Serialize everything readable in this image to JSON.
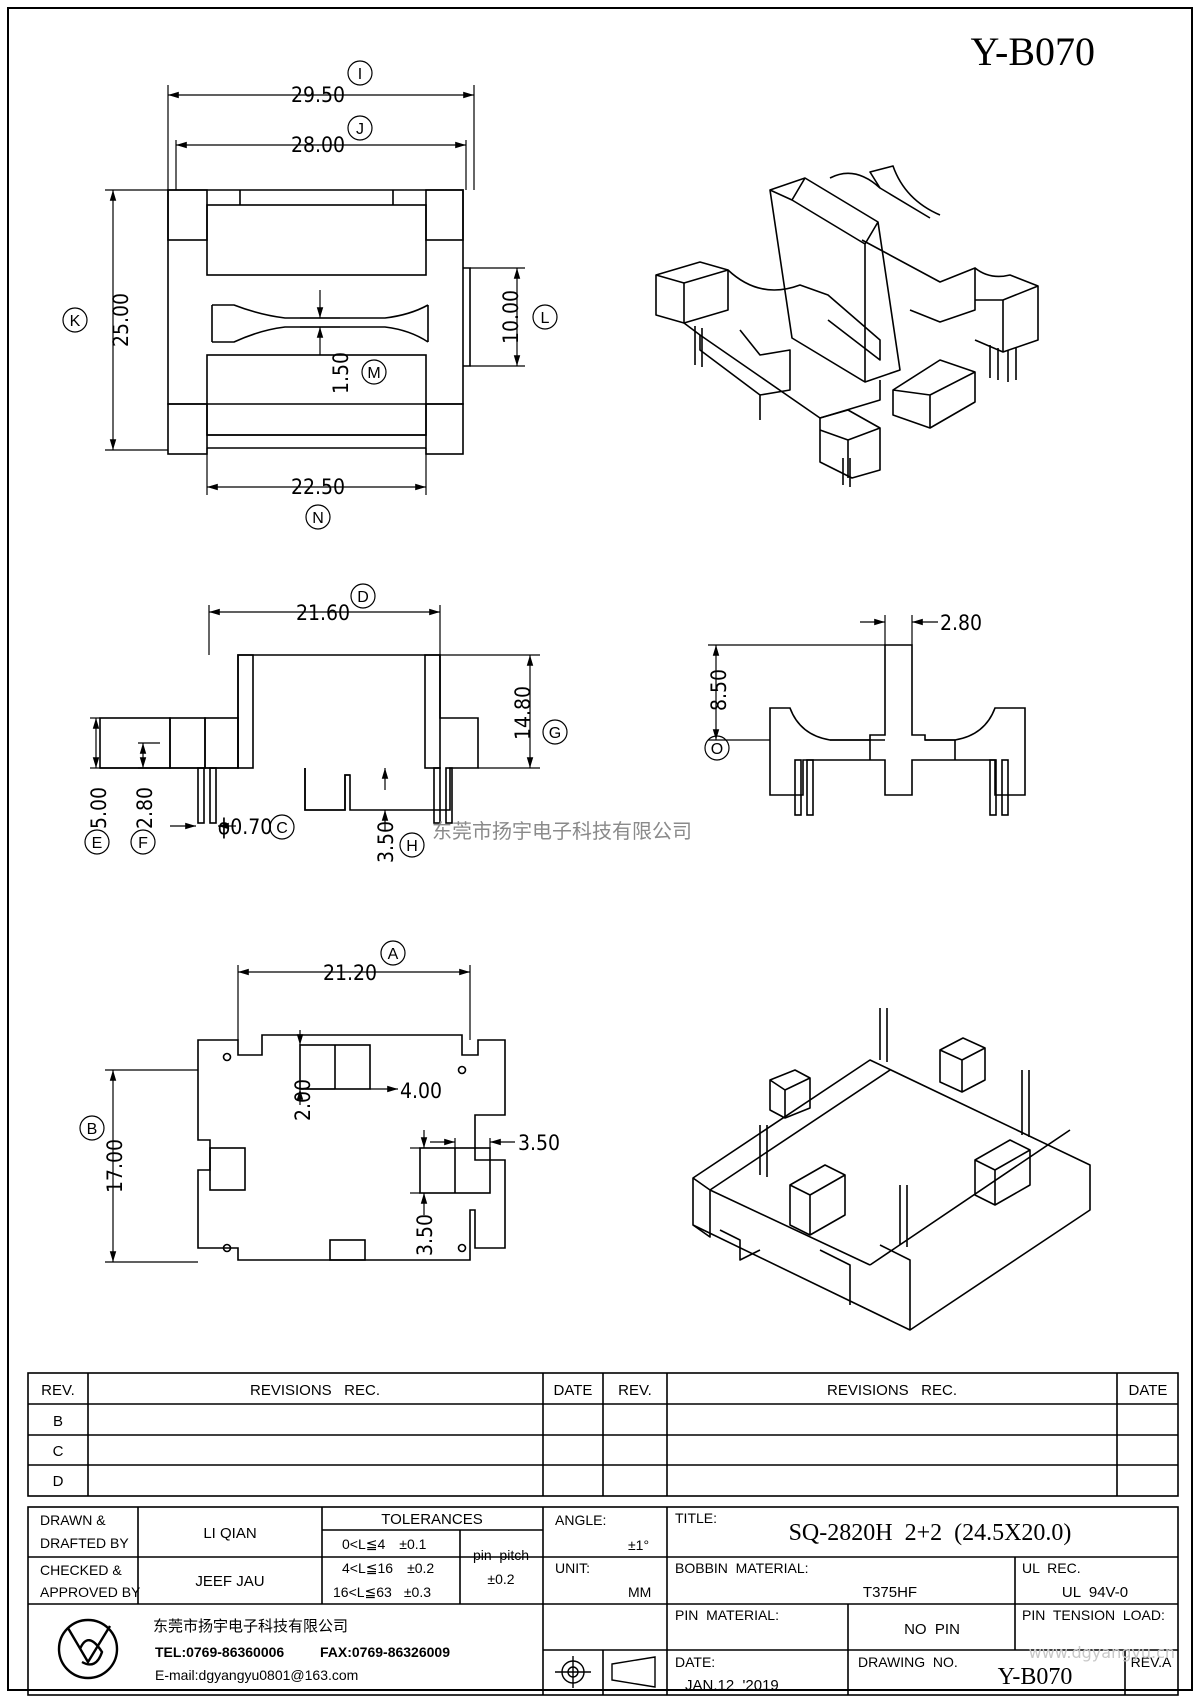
{
  "drawing_number_header": "Y-B070",
  "top_view": {
    "dim_I": "29.50",
    "dim_J": "28.00",
    "dim_K": "25.00",
    "dim_L": "10.00",
    "dim_M": "1.50",
    "dim_N": "22.50",
    "labels": {
      "I": "I",
      "J": "J",
      "K": "K",
      "L": "L",
      "M": "M",
      "N": "N"
    }
  },
  "front_view": {
    "dim_D": "21.60",
    "dim_G": "14.80",
    "dim_E": "5.00",
    "dim_F": "2.80",
    "dim_C": "ϕ0.70",
    "dim_H": "3.50",
    "labels": {
      "C": "C",
      "D": "D",
      "E": "E",
      "F": "F",
      "G": "G",
      "H": "H"
    }
  },
  "side_view": {
    "dim_width": "2.80",
    "dim_O": "8.50",
    "labels": {
      "O": "O"
    }
  },
  "bottom_view": {
    "dim_A": "21.20",
    "dim_B": "17.00",
    "dim_slot_h": "2.00",
    "dim_slot_w": "4.00",
    "dim_side_w": "3.50",
    "dim_side_h": "3.50",
    "labels": {
      "A": "A",
      "B": "B"
    }
  },
  "watermark": {
    "company": "东莞市扬宇电子科技有限公司",
    "url": "www.dgyangyu.cn"
  },
  "revisions": {
    "headers": {
      "rev": "REV.",
      "rec": "REVISIONS   REC.",
      "date": "DATE"
    },
    "rows_left": [
      "B",
      "C",
      "D"
    ]
  },
  "title_block": {
    "drawn_label": "DRAWN  &\nDRAFTED  BY",
    "drawn_by": "LI QIAN",
    "checked_label": "CHECKED  &\nAPPROVED  BY",
    "checked_by": "JEEF JAU",
    "tolerances_title": "TOLERANCES",
    "tol_rows": [
      {
        "range": "0<L≦4",
        "tol": "±0.1"
      },
      {
        "range": "4<L≦16",
        "tol": "±0.2"
      },
      {
        "range": "16<L≦63",
        "tol": "±0.3"
      }
    ],
    "pin_pitch_label": "pin  pitch",
    "pin_pitch_tol": "±0.2",
    "angle_label": "ANGLE:",
    "angle_value": "±1°",
    "unit_label": "UNIT:",
    "unit_value": "MM",
    "title_label": "TITLE:",
    "title_value": "SQ-2820H  2+2  (24.5X20.0)",
    "bobbin_material_label": "BOBBIN  MATERIAL:",
    "bobbin_material_value": "T375HF",
    "ul_rec_label": "UL  REC.",
    "ul_rec_value": "UL  94V-0",
    "pin_material_label": "PIN  MATERIAL:",
    "pin_material_value": "NO  PIN",
    "pin_tension_label": "PIN  TENSION  LOAD:",
    "date_label": "DATE:",
    "date_value": "JAN.12  '2019",
    "drawing_no_label": "DRAWING  NO.",
    "drawing_no_value": "Y-B070",
    "rev_label": "REV.A",
    "company_name": "东莞市扬宇电子科技有限公司",
    "tel": "TEL:0769-86360006",
    "fax": "FAX:0769-86326009",
    "email": "E-mail:dgyangyu0801@163.com"
  }
}
